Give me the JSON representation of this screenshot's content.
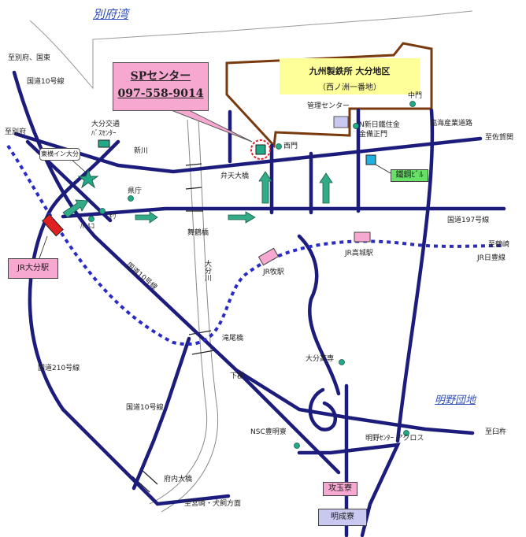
{
  "title_bay": "別府湾",
  "title_asano": "明野団地",
  "sp_center": {
    "name": "SPセンター",
    "phone": "097-558-9014"
  },
  "steelworks": {
    "name": "九州製鉄所 大分地区",
    "address": "（西ノ洲一番地）"
  },
  "kanri_center": "管理センター",
  "nakamon": "中門",
  "kanei_gate": "N新日鐵住金",
  "kanei_gate2": "金備正門",
  "seimon": "西門",
  "rinkai_road": "臨海産業道路",
  "to_saganoseki": "至佐賀関",
  "tekko_building": "鐵鋼ﾋﾞﾙ",
  "route197": "国道197号線",
  "to_tsurusaki": "至鶴崎",
  "jr_nippo": "JR日豊線",
  "jr_takajo": "JR高城駅",
  "jr_maki": "JR牧駅",
  "jr_oita": "JR大分駅",
  "beppu_higashi": "至別府、国東",
  "route10_top": "国道10号線",
  "to_beppu": "至別府",
  "oita_kotsu": "大分交通",
  "bus_center": "ﾊﾞｽｾﾝﾀｰ",
  "toyoko_inn": "東横イン大分",
  "shinkawa": "新川",
  "bentenohashi": "弁天大橋",
  "kencho": "県庁",
  "tokiwa": "ﾄｷﾜ",
  "parco": "ﾊﾟﾙｺ",
  "maizuru_bashi": "舞鶴橋",
  "oita_river": "大分川",
  "route10_mid": "国道10号線",
  "takio_bashi": "滝尾橋",
  "shimogori": "下郡",
  "route210": "国道210号線",
  "oita_kosen": "大分高専",
  "route10_low": "国道10号線",
  "nsc_ryo": "NSC豊明寮",
  "akeno_across": "明野ｾﾝﾀｰ アクロス",
  "to_usuki": "至臼杵",
  "kogyoku_ryo": "攻玉寮",
  "meisei_ryo": "明成寮",
  "funai_ohashi": "府内大橋",
  "to_miyazaki": "至宮崎・犬飼方面"
}
